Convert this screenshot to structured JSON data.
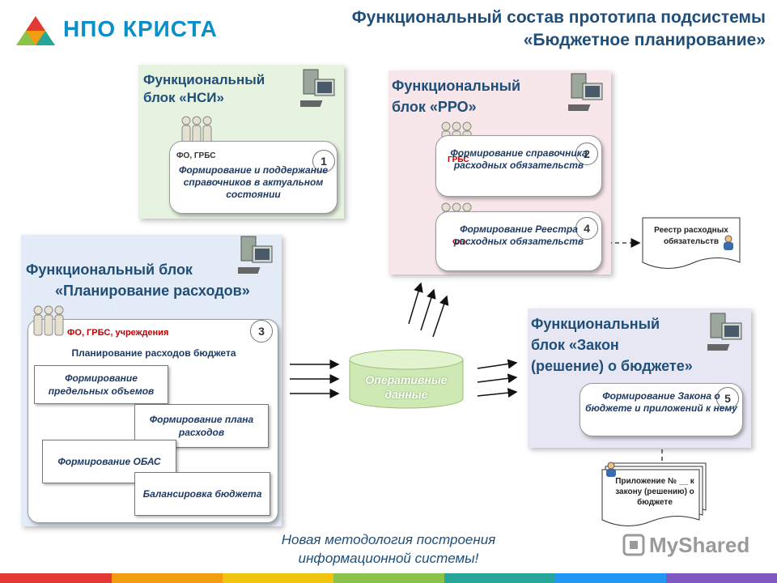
{
  "header": {
    "logo_text": "НПО КРИСТА",
    "title_line1": "Функциональный состав прототипа подсистемы",
    "title_line2": "«Бюджетное планирование»"
  },
  "nsi": {
    "title_line1": "Функциональный",
    "title_line2": "блок «НСИ»",
    "role": "ФО, ГРБС",
    "card_text": "Формирование и поддержание справочников в актуальном состоянии",
    "number": "1"
  },
  "rro": {
    "title_line1": "Функциональный",
    "title_line2": "блок «РРО»",
    "card2_role": "ГРБС",
    "card2_text": "Формирование справочника расходных обязательств",
    "card2_number": "2",
    "card4_role": "ФО",
    "card4_text": "Формирование Реестра расходных обязательств",
    "card4_number": "4"
  },
  "registry_doc": {
    "text": "Реестр расходных обязательств"
  },
  "planning": {
    "title_line1": "Функциональный блок",
    "title_line2": "«Планирование расходов»",
    "role": "ФО, ГРБС, учреждения",
    "number": "3",
    "card_title": "Планирование расходов бюджета",
    "sub1": "Формирование предельных объемов",
    "sub2": "Формирование плана расходов",
    "sub3": "Формирование ОБАС",
    "sub4": "Балансировка бюджета"
  },
  "database": {
    "label_line1": "Оперативные",
    "label_line2": "данные"
  },
  "law": {
    "title_line1": "Функциональный",
    "title_line2": "блок «Закон",
    "title_line3": "(решение) о бюджете»",
    "card_text": "Формирование Закона о бюджете и приложений к нему",
    "number": "5"
  },
  "appendix_doc": {
    "text": "Приложение № __ к закону (решению) о бюджете"
  },
  "footer": {
    "line1": "Новая методология построения",
    "line2": "информационной системы!",
    "watermark": "MyShared"
  },
  "colors": {
    "title_blue": "#1f4e79",
    "nsi_green": "#e6f3e0",
    "rro_pink": "#f7e6ea",
    "planning_blue": "#e3ebf7",
    "law_lavender": "#e7e7f4",
    "db_green": "#cfe9b5",
    "logo_blue": "#0a8fc8",
    "accent_red": "#c00000"
  },
  "footer_stripes": [
    "#e53935",
    "#f39c12",
    "#f1c40f",
    "#8bc34a",
    "#26a69a",
    "#2196f3",
    "#7e57c2"
  ]
}
